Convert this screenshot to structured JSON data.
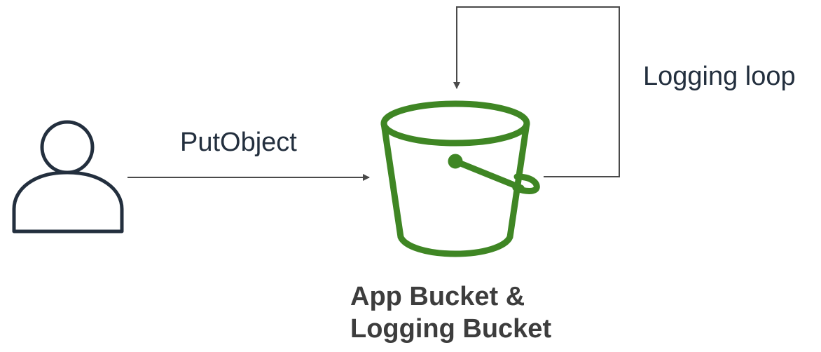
{
  "edges": {
    "put_object_label": "PutObject",
    "logging_loop_label": "Logging loop"
  },
  "bucket": {
    "name_line1": "App Bucket &",
    "name_line2": "Logging Bucket"
  },
  "icons": {
    "user": "user-icon",
    "bucket": "s3-bucket-icon"
  },
  "colors": {
    "bucket": "#3f8624",
    "user": "#232f3e",
    "arrow": "#4a4a4a",
    "text": "#232f3e"
  }
}
